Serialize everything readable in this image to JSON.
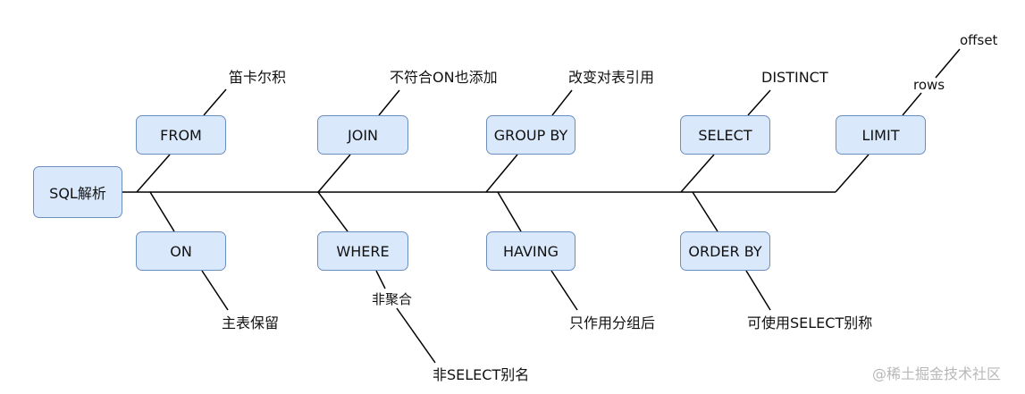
{
  "diagram": {
    "root": "SQL解析",
    "top_nodes": [
      {
        "id": "from",
        "label": "FROM",
        "note": "笛卡尔积"
      },
      {
        "id": "join",
        "label": "JOIN",
        "note": "不符合ON也添加"
      },
      {
        "id": "groupby",
        "label": "GROUP BY",
        "note": "改变对表引用"
      },
      {
        "id": "select",
        "label": "SELECT",
        "note": "DISTINCT"
      },
      {
        "id": "limit",
        "label": "LIMIT",
        "note": "rows",
        "note2": "offset"
      }
    ],
    "bottom_nodes": [
      {
        "id": "on",
        "label": "ON",
        "note": "主表保留"
      },
      {
        "id": "where",
        "label": "WHERE",
        "note": "非聚合",
        "note2": "非SELECT别名"
      },
      {
        "id": "having",
        "label": "HAVING",
        "note": "只作用分组后"
      },
      {
        "id": "orderby",
        "label": "ORDER BY",
        "note": "可使用SELECT别称"
      }
    ],
    "colors": {
      "node_fill": "#dae8fc",
      "node_border": "#6c8ebf",
      "line": "#000000"
    }
  },
  "watermark": "@稀土掘金技术社区"
}
